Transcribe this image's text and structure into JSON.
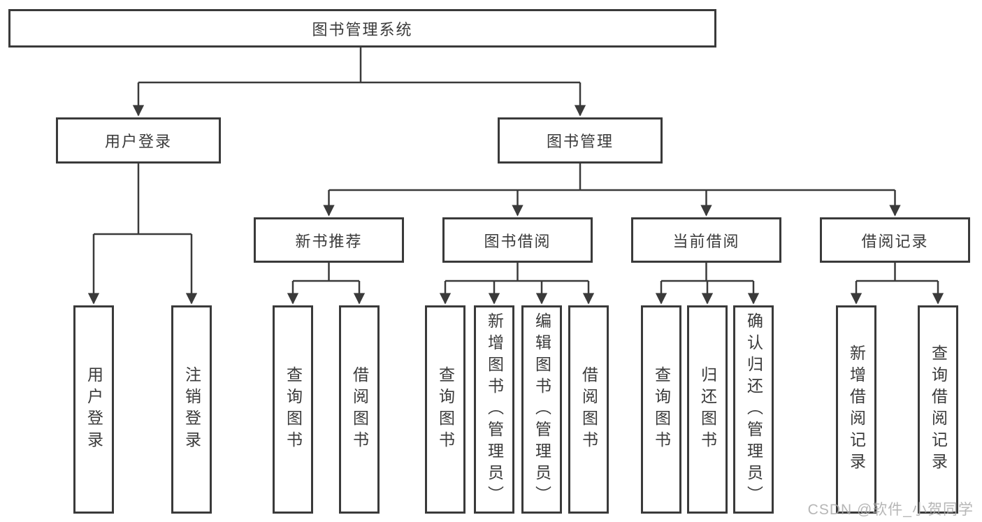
{
  "tree": {
    "label": "图书管理系统",
    "children": [
      {
        "label": "用户登录",
        "children": [
          {
            "label": "用户登录"
          },
          {
            "label": "注销登录"
          }
        ]
      },
      {
        "label": "图书管理",
        "children": [
          {
            "label": "新书推荐",
            "children": [
              {
                "label": "查询图书"
              },
              {
                "label": "借阅图书"
              }
            ]
          },
          {
            "label": "图书借阅",
            "children": [
              {
                "label": "查询图书"
              },
              {
                "label": "新增图书（管理员）"
              },
              {
                "label": "编辑图书（管理员）"
              },
              {
                "label": "借阅图书"
              }
            ]
          },
          {
            "label": "当前借阅",
            "children": [
              {
                "label": "查询图书"
              },
              {
                "label": "归还图书"
              },
              {
                "label": "确认归还（管理员）"
              }
            ]
          },
          {
            "label": "借阅记录",
            "children": [
              {
                "label": "新增借阅记录"
              },
              {
                "label": "查询借阅记录"
              }
            ]
          }
        ]
      }
    ]
  },
  "watermark": "CSDN @软件_小贺同学",
  "colors": {
    "line": "#3a3a3a",
    "text": "#3a3a3a",
    "box_background": "#ffffff",
    "page_background": "#ffffff",
    "watermark": "#aaaaaa"
  }
}
